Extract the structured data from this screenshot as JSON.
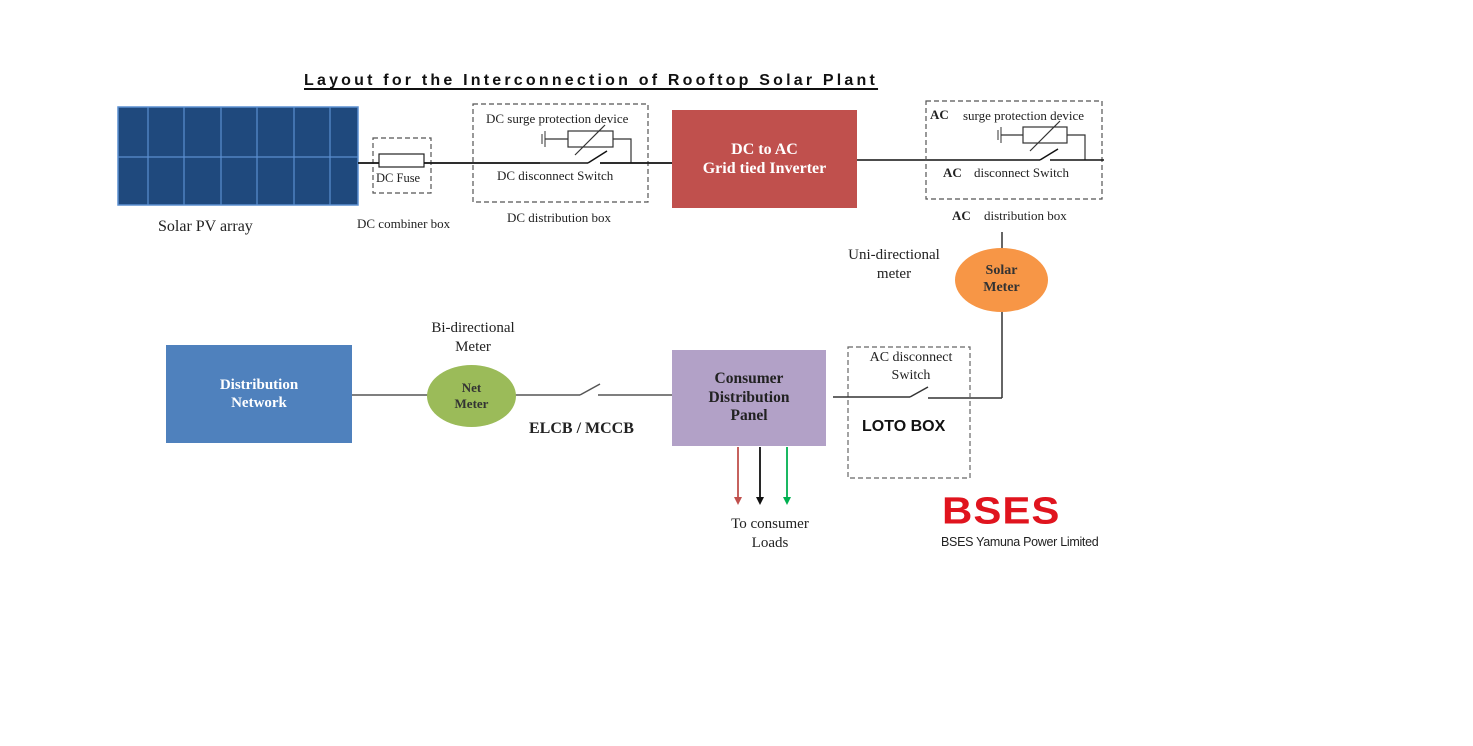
{
  "title": "Layout for the Interconnection of Rooftop Solar Plant",
  "colors": {
    "solar_panel": "#1f497d",
    "solar_grid": "#5b8fd0",
    "inverter": "#c0504d",
    "solar_meter": "#f79646",
    "net_meter": "#9bbb59",
    "distribution_network": "#4f81bd",
    "consumer_panel": "#b2a1c7",
    "brand_red": "#e0141e",
    "arrow_red": "#c0504d",
    "arrow_black": "#111111",
    "arrow_green": "#00b050"
  },
  "components": {
    "solar_array": {
      "label": "Solar PV array",
      "icon": "solar-panel-icon"
    },
    "dc_combiner": {
      "inner_label": "DC Fuse",
      "caption": "DC combiner box",
      "icon": "fuse-icon"
    },
    "dc_distribution": {
      "surge_label": "DC surge protection device",
      "switch_label": "DC disconnect Switch",
      "caption": "DC distribution box",
      "icons": [
        "ground-icon",
        "varistor-icon",
        "switch-icon"
      ]
    },
    "inverter": {
      "line1": "DC to AC",
      "line2": "Grid tied Inverter"
    },
    "ac_distribution": {
      "surge_prefix": "AC",
      "surge_label": "surge protection device",
      "switch_prefix": "AC",
      "switch_label": "disconnect Switch",
      "caption_prefix": "AC",
      "caption": "distribution box",
      "icons": [
        "ground-icon",
        "varistor-icon",
        "switch-icon"
      ]
    },
    "solar_meter": {
      "line1": "Solar",
      "line2": "Meter",
      "caption_line1": "Uni-directional",
      "caption_line2": "meter"
    },
    "loto_box": {
      "switch_line1": "AC disconnect",
      "switch_line2": "Switch",
      "label": "LOTO BOX",
      "icon": "switch-icon"
    },
    "consumer_panel": {
      "line1": "Consumer",
      "line2": "Distribution",
      "line3": "Panel"
    },
    "loads": {
      "line1": "To consumer",
      "line2": "Loads",
      "icons": [
        "arrow-down-icon",
        "arrow-down-icon",
        "arrow-down-icon"
      ]
    },
    "breaker": {
      "label": "ELCB / MCCB",
      "icon": "switch-icon"
    },
    "net_meter": {
      "line1": "Net",
      "line2": "Meter",
      "caption_line1": "Bi-directional",
      "caption_line2": "Meter"
    },
    "distribution_network": {
      "line1": "Distribution",
      "line2": "Network"
    }
  },
  "branding": {
    "logo": "BSES",
    "company": "BSES Yamuna Power Limited"
  }
}
